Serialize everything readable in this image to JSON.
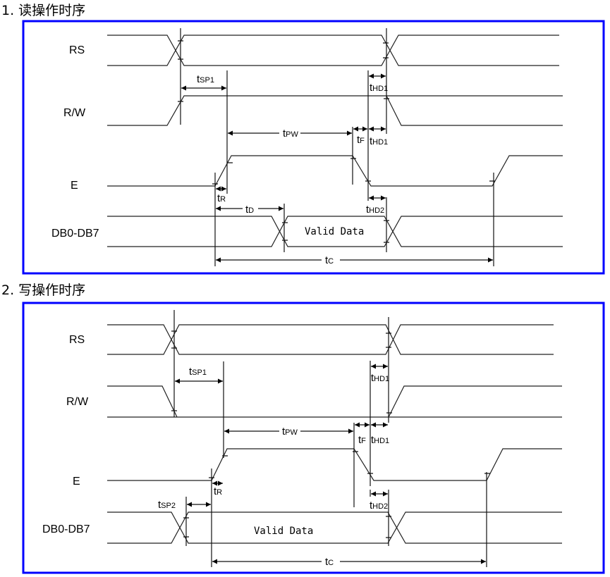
{
  "read": {
    "title": "1. 读操作时序",
    "signals": {
      "rs": "RS",
      "rw": "R/W",
      "e": "E",
      "db": "DB0-DB7"
    },
    "valid_data": "Valid Data",
    "timing": {
      "tsp1": {
        "t": "t",
        "sub": "SP1"
      },
      "thd1a": {
        "t": "t",
        "sub": "HD1"
      },
      "tpw": {
        "t": "t",
        "sub": "PW"
      },
      "tf": {
        "t": "t",
        "sub": "F"
      },
      "thd1b": {
        "t": "t",
        "sub": "HD1"
      },
      "tr": {
        "t": "t",
        "sub": "R"
      },
      "td": {
        "t": "t",
        "sub": "D"
      },
      "thd2": {
        "t": "t",
        "sub": "HD2"
      },
      "tc": {
        "t": "t",
        "sub": "C"
      }
    }
  },
  "write": {
    "title": "2. 写操作时序",
    "signals": {
      "rs": "RS",
      "rw": "R/W",
      "e": "E",
      "db": "DB0-DB7"
    },
    "valid_data": "Valid Data",
    "timing": {
      "tsp1": {
        "t": "t",
        "sub": "SP1"
      },
      "thd1a": {
        "t": "t",
        "sub": "HD1"
      },
      "tpw": {
        "t": "t",
        "sub": "PW"
      },
      "tf": {
        "t": "t",
        "sub": "F"
      },
      "thd1b": {
        "t": "t",
        "sub": "HD1"
      },
      "tr": {
        "t": "t",
        "sub": "R"
      },
      "tsp2": {
        "t": "t",
        "sub": "SP2"
      },
      "thd2": {
        "t": "t",
        "sub": "HD2"
      },
      "tc": {
        "t": "t",
        "sub": "C"
      }
    }
  },
  "colors": {
    "frame": "#0000ff",
    "line": "#222222"
  }
}
